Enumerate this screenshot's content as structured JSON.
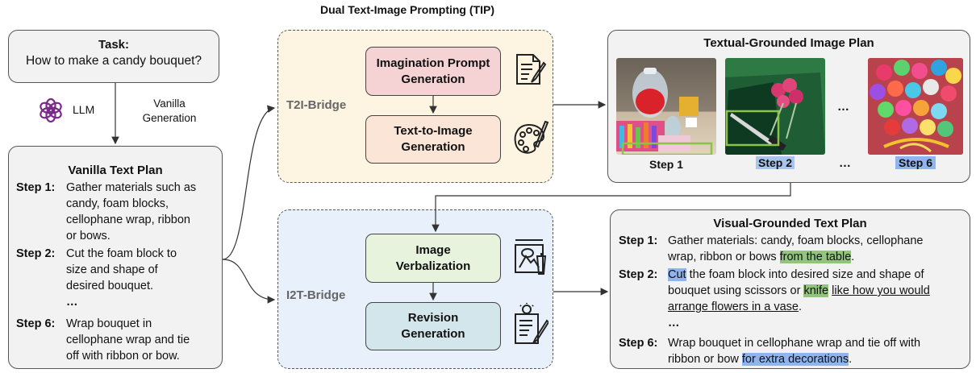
{
  "header": {
    "title": "Dual Text-Image Prompting (TIP)"
  },
  "task": {
    "label": "Task:",
    "question": "How to make a candy bouquet?"
  },
  "llm": {
    "label": "LLM",
    "generation": [
      "Vanilla",
      "Generation"
    ]
  },
  "vanilla": {
    "title": "Vanilla Text Plan",
    "steps": [
      {
        "label": "Step 1:",
        "lines": [
          "Gather materials such as",
          "candy, foam blocks,",
          "cellophane wrap, ribbon",
          "or bows."
        ]
      },
      {
        "label": "Step 2:",
        "lines": [
          "Cut the foam block to",
          "size and shape of",
          "desired bouquet."
        ]
      },
      {
        "label": "Step 6:",
        "lines": [
          "Wrap bouquet in",
          "cellophane wrap and tie",
          "off with ribbon or bow."
        ]
      }
    ],
    "ellipsis": "…"
  },
  "t2i": {
    "label": "T2I-Bridge",
    "box1": [
      "Imagination Prompt",
      "Generation"
    ],
    "box2": [
      "Text-to-Image",
      "Generation"
    ],
    "icon1": "document-pen-icon",
    "icon2": "palette-icon"
  },
  "i2t": {
    "label": "I2T-Bridge",
    "box1": [
      "Image",
      "Verbalization"
    ],
    "box2": [
      "Revision",
      "Generation"
    ],
    "icon1": "image-scan-icon",
    "icon2": "idea-document-icon"
  },
  "image_plan": {
    "title": "Textual-Grounded Image Plan",
    "captions": [
      "Step 1",
      "Step 2",
      "Step 6"
    ],
    "ellipsis_mid": "…",
    "ellipsis_bottom": "…"
  },
  "visual_plan": {
    "title": "Visual-Grounded Text Plan",
    "step1": {
      "label": "Step 1:",
      "line1": "Gather materials: candy, foam blocks, cellophane",
      "line2_plain": "wrap, ribbon or bows ",
      "line2_hl": "from the table",
      "line2_end": "."
    },
    "step2": {
      "label": "Step 2:",
      "cut": "Cut",
      "line1_rest": " the foam block into desired size and shape of",
      "line2_plain": "bouquet using scissors or ",
      "knife": "knife",
      "line2_ul": "like how you would",
      "line3_ul": "arrange flowers in a vase",
      "line3_end": "."
    },
    "ellipsis": "…",
    "step6": {
      "label": "Step 6:",
      "line1": "Wrap bouquet in cellophane wrap and tie off with",
      "line2_plain": "ribbon or bow ",
      "line2_hl": "for extra decorations",
      "line2_end": "."
    }
  },
  "colors": {
    "t2i_bg": "#fdf5e2",
    "i2t_bg": "#e8f1fb",
    "pink_box": "#f5d3d5",
    "peach_box": "#fbe5d6",
    "green_box": "#e7f3dd",
    "teal_box": "#d3e6ec",
    "highlight_blue": "#8fb4ee",
    "highlight_green": "#93c47d"
  }
}
